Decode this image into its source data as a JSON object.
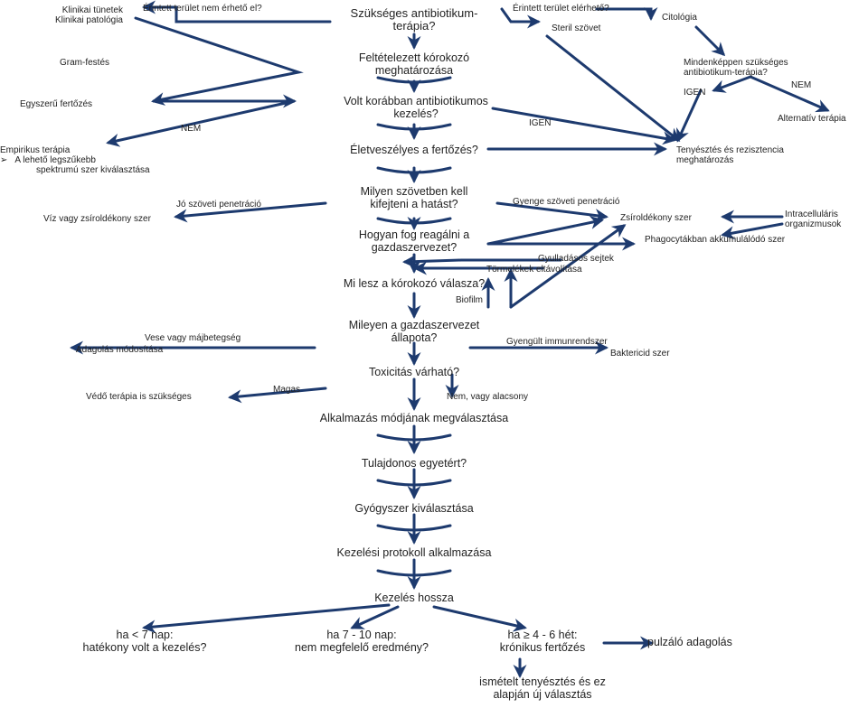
{
  "colors": {
    "arrow": "#1d3a6e",
    "text": "#222222"
  },
  "main_flow": {
    "q_antibiotic": [
      "Szükséges antibiotikum-",
      "terápia?"
    ],
    "pathogen": [
      "Feltételezett kórokozó",
      "meghatározása"
    ],
    "prior_treatment": [
      "Volt korábban antibiotikumos",
      "kezelés?"
    ],
    "life_threat": "Életveszélyes a fertőzés?",
    "tissue": [
      "Milyen szövetben kell",
      "kifejteni a hatást?"
    ],
    "host_reaction": [
      "Hogyan fog reagálni a",
      "gazdaszervezet?"
    ],
    "pathogen_response": "Mi lesz a kórokozó válasza?",
    "host_state": [
      "Mileyen a gazdaszervezet",
      "állapota?"
    ],
    "toxicity": "Toxicitás várható?",
    "administration": "Alkalmazás módjának megválasztása",
    "proprietary": "Tulajdonos egyetért?",
    "drug_choice": "Gyógyszer kiválasztása",
    "protocol": "Kezelési protokoll alkalmazása",
    "duration": "Kezelés hossza"
  },
  "side": {
    "clinical": [
      "Klinikai tünetek",
      "Klinikai patológia"
    ],
    "area_not_reachable": "Érintett terület nem érhető el?",
    "area_reachable": "Érintett terület elérhető?",
    "sterile_tissue": "Steril szövet",
    "cytology": "Citológia",
    "gram": "Gram-festés",
    "definitely_needed": [
      "Mindenképpen szükséges",
      "antibiotikum-terápia?"
    ],
    "simple_infection": "Egyszerű fertőzés",
    "yes_right": "IGEN",
    "no_right": "NEM",
    "alternative": "Alternatív terápia",
    "no_left": "NEM",
    "yes_mid": "IGEN",
    "empiric": [
      "Empirikus terápia",
      "A lehető legszűkebb",
      "spektrumú szer kiválasztása"
    ],
    "bullet": "➢",
    "culture": [
      "Tenyésztés és rezisztencia",
      "meghatározás"
    ],
    "good_penetration": "Jó szöveti penetráció",
    "poor_penetration": "Gyenge szöveti penetráció",
    "water_lipid": "Víz vagy zsíroldékony szer",
    "lipid_soluble": "Zsíroldékony szer",
    "intracellular": [
      "Intracelluláris",
      "organizmusok"
    ],
    "phagocyte": "Phagocytákban akkumulálódó szer",
    "inflammatory": "Gyulladásos sejtek",
    "debris": "Törmelékek eltávolítása",
    "biofilm": "Biofilm",
    "kidney_liver": "Vese vagy májbetegség",
    "dose_mod": "Adagolás módosítása",
    "immuno": "Gyengült immunrendszer",
    "bactericid": "Baktericid szer",
    "high": "Magas",
    "protective": "Védő terápia is szükséges",
    "none_low": "Nem, vagy alacsony"
  },
  "bottom": {
    "lt7": [
      "ha < 7 nap:",
      "hatékony volt a kezelés?"
    ],
    "b7_10": [
      "ha 7 - 10 nap:",
      "nem megfelelő eredmény?"
    ],
    "gt4_6": [
      "ha ≥ 4 - 6 hét:",
      "krónikus fertőzés"
    ],
    "pulse": "pulzáló adagolás",
    "repeat": [
      "ismételt tenyésztés és ez",
      "alapján új választás"
    ]
  }
}
